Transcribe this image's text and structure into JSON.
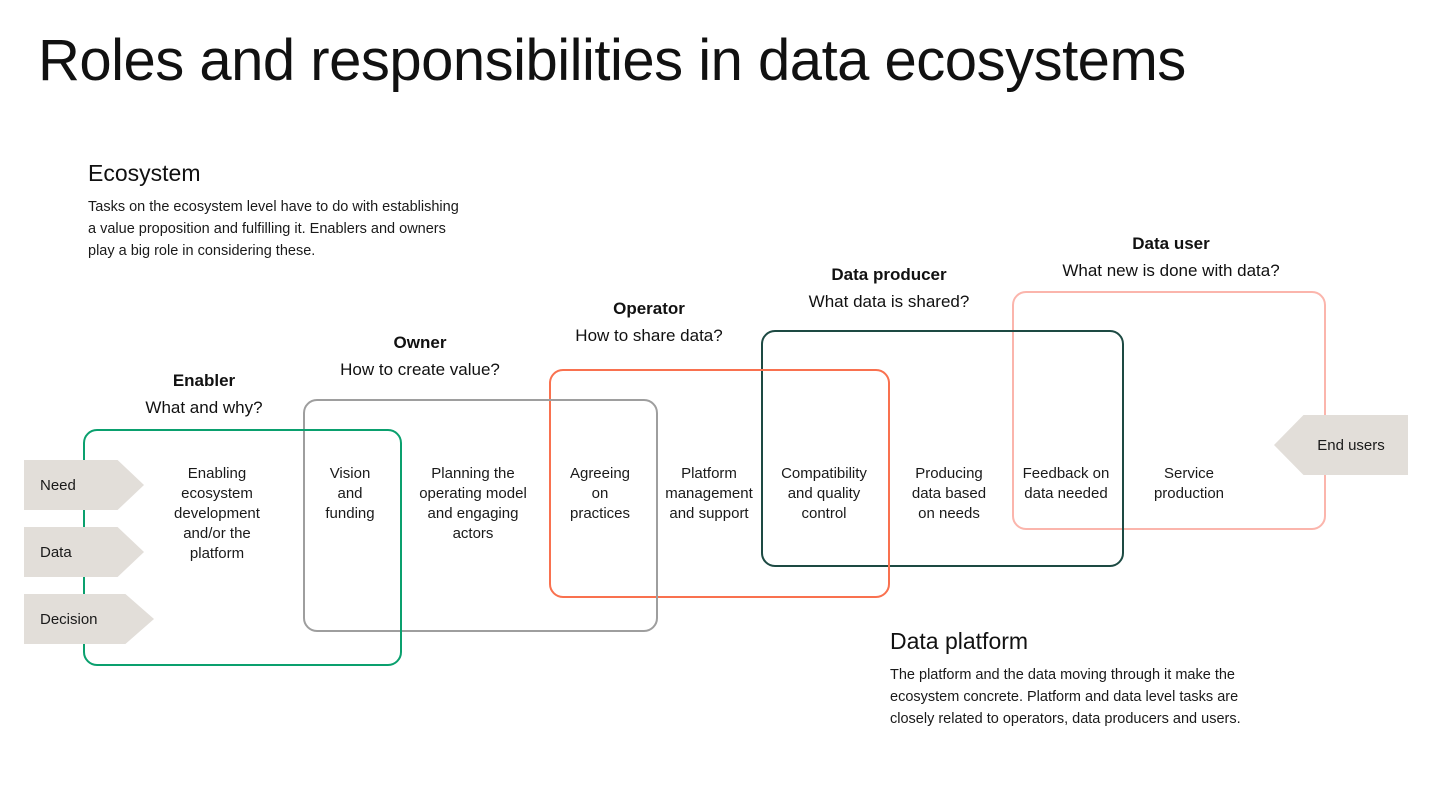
{
  "page": {
    "title": "Roles and responsibilities in data ecosystems"
  },
  "notes": {
    "ecosystem": {
      "title": "Ecosystem",
      "lines": [
        "Tasks on the ecosystem level have to do with establishing",
        "a value proposition and fulfilling it. Enablers and owners",
        "play a big role in considering these."
      ]
    },
    "platform": {
      "title": "Data platform",
      "lines": [
        "The platform and the data moving through it make the",
        "ecosystem concrete. Platform and data level tasks are",
        "closely related to operators, data producers and users."
      ]
    }
  },
  "inputs": [
    {
      "label": "Need"
    },
    {
      "label": "Data"
    },
    {
      "label": "Decision"
    }
  ],
  "output": {
    "label": "End users"
  },
  "roles": [
    {
      "name": "Enabler",
      "question": "What and why?",
      "color": "#0aa06e"
    },
    {
      "name": "Owner",
      "question": "How to create value?",
      "color": "#9e9e9e"
    },
    {
      "name": "Operator",
      "question": "How to share data?",
      "color": "#f9714f"
    },
    {
      "name": "Data producer",
      "question": "What data is shared?",
      "color": "#1d4a43"
    },
    {
      "name": "Data user",
      "question": "What new is done with data?",
      "color": "#fbb5ac"
    }
  ],
  "tasks": [
    {
      "lines": [
        "Enabling",
        "ecosystem",
        "development",
        "and/or the",
        "platform"
      ]
    },
    {
      "lines": [
        "Vision",
        "and",
        "funding"
      ]
    },
    {
      "lines": [
        "Planning the",
        "operating model",
        "and engaging",
        "actors"
      ]
    },
    {
      "lines": [
        "Agreeing",
        "on",
        "practices"
      ]
    },
    {
      "lines": [
        "Platform",
        "management",
        "and support"
      ]
    },
    {
      "lines": [
        "Compatibility",
        "and quality",
        "control"
      ]
    },
    {
      "lines": [
        "Producing",
        "data based",
        "on needs"
      ]
    },
    {
      "lines": [
        "Feedback on",
        "data needed"
      ]
    },
    {
      "lines": [
        "Service",
        "production"
      ]
    }
  ]
}
